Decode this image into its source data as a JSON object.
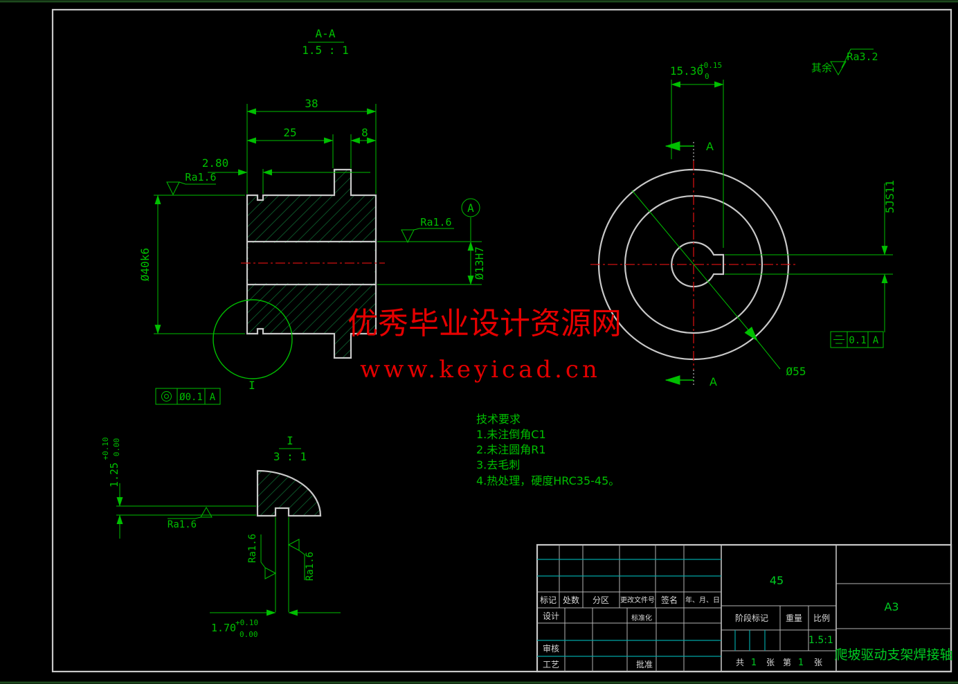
{
  "watermark": {
    "line1": "优秀毕业设计资源网",
    "line2": "www.keyicad.cn"
  },
  "section_view": {
    "label": "A-A",
    "scale": "1.5 : 1",
    "dim_total_width": "38",
    "dim_hub_width": "25",
    "dim_key_width": "8",
    "dim_groove": "2.80",
    "dim_outer_dia": "Ø40k6",
    "dim_bore_dia": "Ø13H7",
    "finish_top": "Ra1.6",
    "finish_bore": "Ra1.6",
    "datum_bubble": "A",
    "detail_marker": "I",
    "gdt_concentricity": {
      "value": "Ø0.1",
      "datum": "A"
    }
  },
  "end_view": {
    "dim_keyway_depth": "15.30",
    "tol_upper": "+0.15",
    "tol_lower": "0",
    "dim_keyway_width": "5JS11",
    "dim_outer": "Ø55",
    "section_arrow_top": "A",
    "section_arrow_bottom": "A",
    "gdt_symmetry": {
      "value": "0.1",
      "datum": "A"
    },
    "finish_general_prefix": "其余",
    "finish_general": "Ra3.2"
  },
  "detail_view": {
    "label": "I",
    "scale": "3 : 1",
    "dim_depth": "1.25",
    "dim_depth_tol_upper": "+0.10",
    "dim_depth_tol_lower": "0.00",
    "dim_width": "1.70",
    "dim_width_tol_upper": "+0.10",
    "dim_width_tol_lower": "0.00",
    "finish_bottom": "Ra1.6",
    "finish_left": "Ra1.6",
    "finish_right": "Ra1.6"
  },
  "tech_requirements": {
    "title": "技术要求",
    "items": [
      "1.未注倒角C1",
      "2.未注圆角R1",
      "3.去毛刺",
      "4.热处理，硬度HRC35-45。"
    ]
  },
  "title_block": {
    "material": "45",
    "paper": "A3",
    "part_name": "爬坡驱动支架焊接轴",
    "scale_value": "1.5:1",
    "col_mark": "标记",
    "col_count": "处数",
    "col_zone": "分区",
    "col_change_file": "更改文件号",
    "col_sign": "签名",
    "col_date": "年、月、日",
    "row_design": "设计",
    "row_standard": "标准化",
    "row_check": "审核",
    "row_process": "工艺",
    "row_approve": "批准",
    "stage_mark": "阶段标记",
    "weight": "重量",
    "scale_label": "比例",
    "total_label": "共",
    "total_value": "1",
    "sheet_label": "张",
    "page_label": "第",
    "page_value": "1",
    "sheet_label2": "张"
  },
  "colors": {
    "line_green": "#00bf00",
    "outline_gray": "#c8c8c8",
    "hatch_green": "#0c5a2a",
    "centerline_red": "#cf1010",
    "grid_cyan": "#00a5a5",
    "watermark_red": "#e50000"
  }
}
